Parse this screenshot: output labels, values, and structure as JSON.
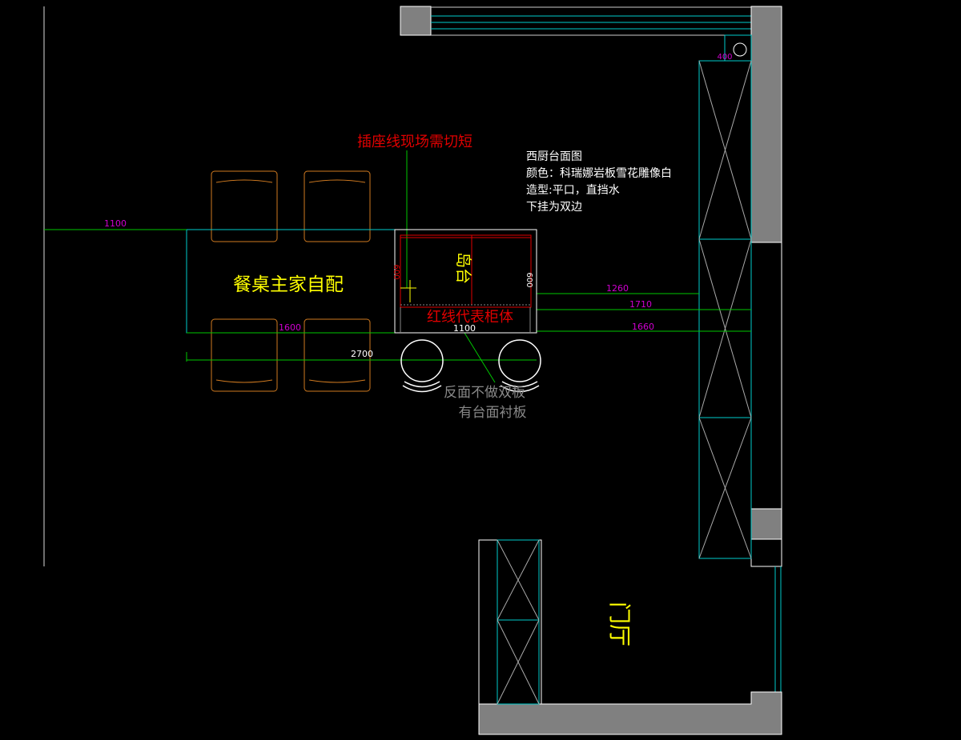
{
  "labels": {
    "socket_note": "插座线现场需切短",
    "dining_table": "餐桌主家自配",
    "island": "岛台",
    "red_line_note": "红线代表柜体",
    "back_note_1": "反面不做双板",
    "back_note_2": "有台面衬板",
    "foyer": "门厅"
  },
  "spec": {
    "title": "西厨台面图",
    "color": "颜色：科瑞娜岩板雪花雕像白",
    "style": "造型:平口，直挡水",
    "hang": "下挂为双边"
  },
  "dimensions": {
    "top_left": "1100",
    "table_width": "1600",
    "total": "2700",
    "island_width": "1100",
    "right_1": "1260",
    "right_2": "1710",
    "right_3": "1660",
    "cabinet_depth": "400",
    "island_left_depth": "600",
    "island_right_depth": "600"
  },
  "colors": {
    "wall": "#808080",
    "cyan": "#00c8c8",
    "green": "#00c800",
    "red": "#e00000",
    "yellow": "#ffff00",
    "magenta": "#d000d0",
    "orange": "#d07a20"
  }
}
